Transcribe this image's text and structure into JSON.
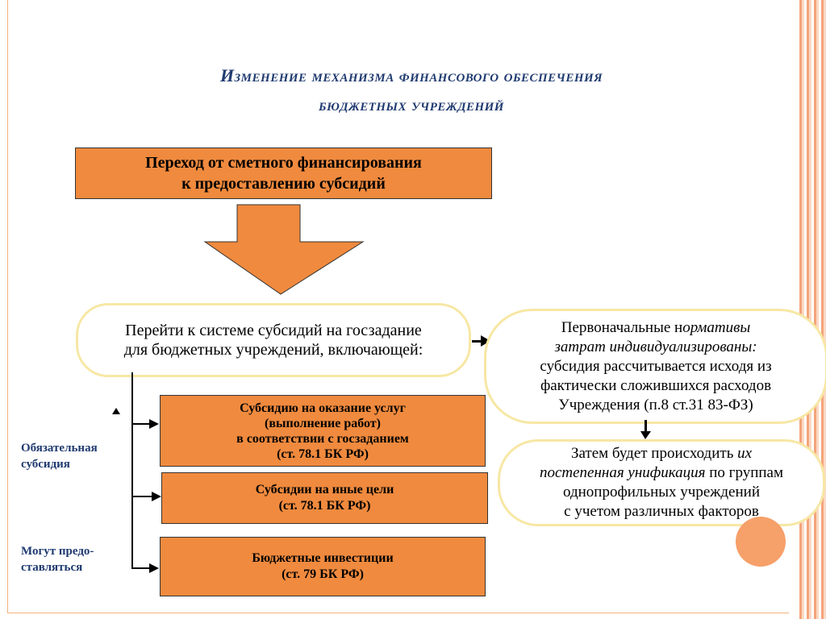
{
  "title": {
    "line1": "Изменение механизма финансового обеспечения",
    "line2": "бюджетных учреждений"
  },
  "top_box": {
    "line1": "Переход от сметного финансирования",
    "line2": "к предоставлению субсидий"
  },
  "main_oval": {
    "line1": "Перейти к системе субсидий на госзадание",
    "line2": "для бюджетных учреждений, включающей:"
  },
  "subsidies": [
    {
      "line1": "Субсидию на оказание услуг",
      "line2": "(выполнение работ)",
      "line3": "в соответствии с госзаданием",
      "line4": "(ст. 78.1 БК РФ)"
    },
    {
      "line1": "Субсидии на иные цели",
      "line2": "(ст. 78.1 БК РФ)"
    },
    {
      "line1": "Бюджетные инвестиции",
      "line2": "(ст. 79 БК РФ)"
    }
  ],
  "side_labels": {
    "mandatory_line1": "Обязательная",
    "mandatory_line2": "субсидия",
    "optional_line1": "Могут предо-",
    "optional_line2": "ставляться"
  },
  "right_oval_1": {
    "line1_plain": "Первоначальные н",
    "line1_italic": "ормативы",
    "line2_italic": "затрат индивидуализированы:",
    "line3": "субсидия рассчитывается исходя из",
    "line4": "фактически сложившихся расходов",
    "line5": "Учреждения (п.8 ст.31 83-ФЗ)"
  },
  "right_oval_2": {
    "line1_plain": "Затем будет происходить ",
    "line1_italic": "их",
    "line2_italic": "постепенная унификация",
    "line2_plain": " по группам",
    "line3": "однопрофильных учреждений",
    "line4": "с учетом различных факторов"
  },
  "colors": {
    "box_fill": "#f08a3e",
    "title": "#1f3a70",
    "oval_border": "#f7e7a4",
    "accent_circle": "#f6a06a"
  }
}
